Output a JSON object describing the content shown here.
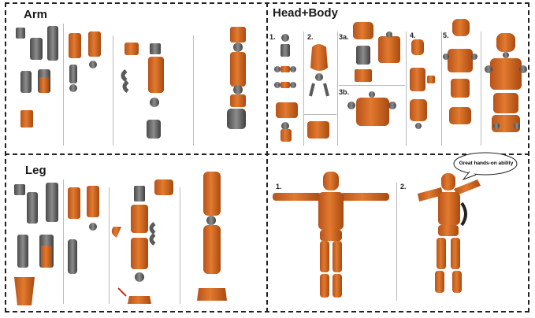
{
  "sections": {
    "arm": {
      "title": "Arm"
    },
    "head_body": {
      "title": "Head+Body",
      "steps": [
        "1.",
        "2.",
        "3a.",
        "3b.",
        "4.",
        "5."
      ]
    },
    "leg": {
      "title": "Leg"
    },
    "pose": {
      "steps": [
        "1.",
        "2."
      ],
      "bubble": "Great hands-on ability"
    }
  },
  "colors": {
    "orange": "#d9691f",
    "orange_dark": "#a84a12",
    "gray": "#5a5a5a",
    "gray_light": "#8c8c8c",
    "border": "#222222"
  }
}
